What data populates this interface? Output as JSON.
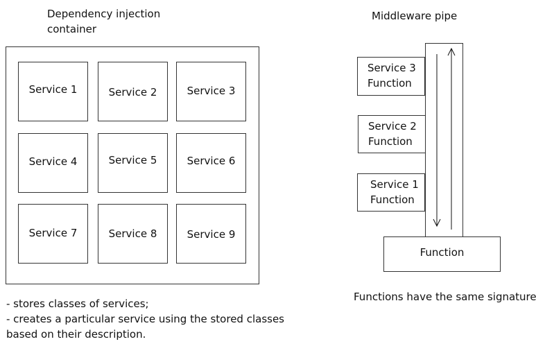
{
  "di": {
    "title_line1": "Dependency injection",
    "title_line2": "container",
    "services": [
      "Service 1",
      "Service 2",
      "Service 3",
      "Service 4",
      "Service 5",
      "Service 6",
      "Service 7",
      "Service 8",
      "Service 9"
    ],
    "notes": [
      "- stores classes of services;",
      "- creates a particular service using the stored classes",
      "based on their description."
    ]
  },
  "pipe": {
    "title": "Middleware pipe",
    "items": [
      {
        "line1": "Service 3",
        "line2": "Function"
      },
      {
        "line1": "Service 2",
        "line2": "Function"
      },
      {
        "line1": "Service 1",
        "line2": "Function"
      }
    ],
    "base": "Function",
    "caption": "Functions have the same signature"
  }
}
